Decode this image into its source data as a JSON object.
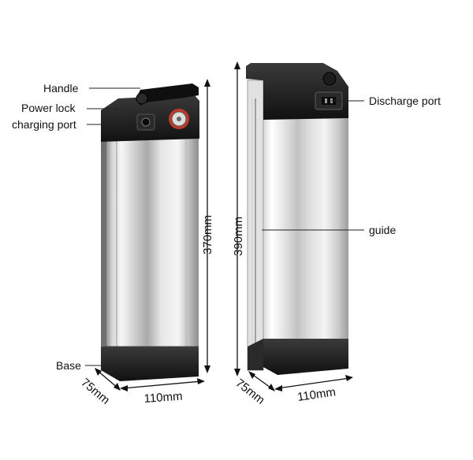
{
  "labels": {
    "handle": "Handle",
    "power_lock": "Power lock",
    "charging_port": "charging port",
    "base": "Base",
    "discharge_port": "Discharge port",
    "guide": "guide"
  },
  "dimensions": {
    "left_height": "370mm",
    "right_height": "390mm",
    "left_width": "110mm",
    "right_width": "110mm",
    "left_depth": "75mm",
    "right_depth": "75mm"
  },
  "colors": {
    "body_light": "#f2f2f2",
    "body_mid": "#c9c9c9",
    "body_dark": "#8a8a8a",
    "cap": "#1b1b1b",
    "lock_red": "#c0392b"
  }
}
